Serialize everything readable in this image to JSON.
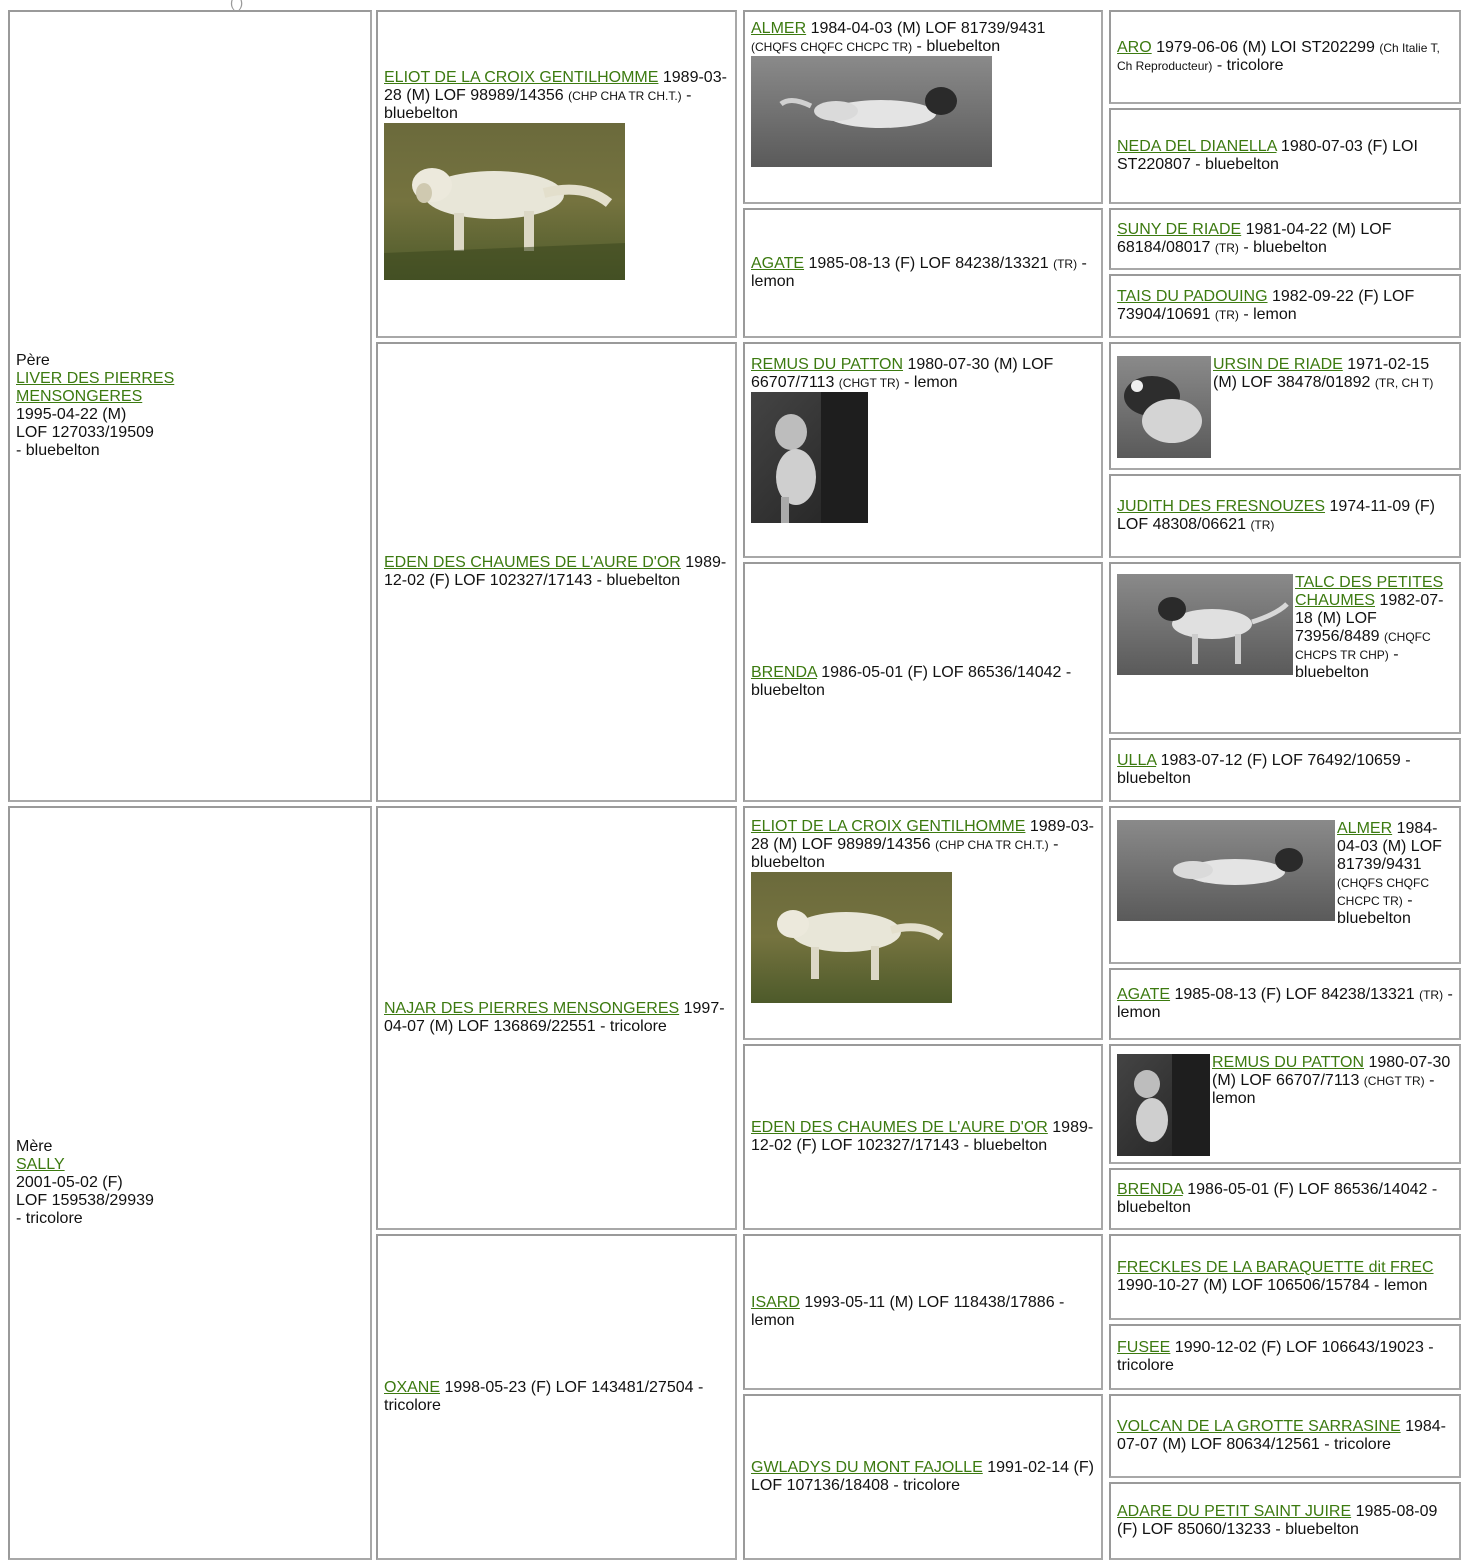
{
  "top_clip": "(           )",
  "sire": {
    "role": "Père",
    "name": "LIVER DES PIERRES MENSONGERES",
    "line1": "1995-04-22 (M)",
    "line2": "LOF 127033/19509",
    "line3": "- bluebelton"
  },
  "dam": {
    "role": "Mère",
    "name": "SALLY",
    "line1": "2001-05-02 (F)",
    "line2": "LOF 159538/29939",
    "line3": "- tricolore"
  },
  "g2": {
    "eliot": {
      "name": "ELIOT DE LA CROIX GENTILHOMME",
      "text": " 1989-03-28 (M) LOF 98989/14356 ",
      "titles": "(CHP CHA TR CH.T.)",
      "color": " - bluebelton"
    },
    "eden": {
      "name": "EDEN DES CHAUMES DE L'AURE D'OR",
      "text": " 1989-12-02 (F) LOF 102327/17143 - bluebelton"
    },
    "najar": {
      "name": "NAJAR DES PIERRES MENSONGERES",
      "text": " 1997-04-07 (M) LOF 136869/22551 - tricolore"
    },
    "oxane": {
      "name": "OXANE",
      "text": " 1998-05-23 (F) LOF 143481/27504 - tricolore"
    }
  },
  "g3": {
    "almer": {
      "name": "ALMER",
      "text": " 1984-04-03 (M) LOF 81739/9431 ",
      "titles": "(CHQFS CHQFC CHCPC TR)",
      "color": " - bluebelton"
    },
    "agate": {
      "name": "AGATE",
      "text": " 1985-08-13 (F) LOF 84238/13321 ",
      "titles": "(TR)",
      "color": " - lemon"
    },
    "remus": {
      "name": "REMUS DU PATTON",
      "text": " 1980-07-30 (M) LOF 66707/7113 ",
      "titles": "(CHGT TR)",
      "color": " - lemon"
    },
    "brenda": {
      "name": "BRENDA",
      "text": " 1986-05-01 (F) LOF 86536/14042 - bluebelton"
    },
    "eliot": {
      "name": "ELIOT DE LA CROIX GENTILHOMME",
      "text": " 1989-03-28 (M) LOF 98989/14356 ",
      "titles": "(CHP CHA TR CH.T.)",
      "color": " - bluebelton"
    },
    "eden": {
      "name": "EDEN DES CHAUMES DE L'AURE D'OR",
      "text": " 1989-12-02 (F) LOF 102327/17143 - bluebelton"
    },
    "isard": {
      "name": "ISARD",
      "text": " 1993-05-11 (M) LOF 118438/17886 - lemon"
    },
    "gwladys": {
      "name": "GWLADYS DU MONT FAJOLLE",
      "text": " 1991-02-14 (F) LOF 107136/18408 - tricolore"
    }
  },
  "g4": {
    "aro": {
      "name": "ARO",
      "text": " 1979-06-06 (M) LOI ST202299 ",
      "titles": "(Ch Italie T, Ch Reproducteur)",
      "color": " - tricolore"
    },
    "neda": {
      "name": "NEDA DEL DIANELLA",
      "text": " 1980-07-03 (F) LOI ST220807 - bluebelton"
    },
    "suny": {
      "name": "SUNY DE RIADE",
      "text": " 1981-04-22 (M) LOF 68184/08017 ",
      "titles": "(TR)",
      "color": " - bluebelton"
    },
    "tais": {
      "name": "TAIS DU PADOUING",
      "text": " 1982-09-22 (F) LOF 73904/10691 ",
      "titles": "(TR)",
      "color": " - lemon"
    },
    "ursin": {
      "name": "URSIN DE RIADE",
      "text": " 1971-02-15 (M) LOF 38478/01892 ",
      "titles": "(TR, CH T)"
    },
    "judith": {
      "name": "JUDITH DES FRESNOUZES",
      "text": " 1974-11-09 (F) LOF 48308/06621 ",
      "titles": "(TR)"
    },
    "talc": {
      "name": "TALC DES PETITES CHAUMES",
      "text": " 1982-07-18 (M) LOF 73956/8489 ",
      "titles": "(CHQFC CHCPS TR CHP)",
      "color": " - bluebelton"
    },
    "ulla": {
      "name": "ULLA",
      "text": " 1983-07-12 (F) LOF 76492/10659 - bluebelton"
    },
    "almer": {
      "name": "ALMER",
      "text": " 1984-04-03 (M) LOF 81739/9431 ",
      "titles": "(CHQFS CHQFC CHCPC TR)",
      "color": " - bluebelton"
    },
    "agate": {
      "name": "AGATE",
      "text": " 1985-08-13 (F) LOF 84238/13321 ",
      "titles": "(TR)",
      "color": " - lemon"
    },
    "remus": {
      "name": "REMUS DU PATTON",
      "text": " 1980-07-30 (M) LOF 66707/7113 ",
      "titles": "(CHGT TR)",
      "color": " - lemon"
    },
    "brenda": {
      "name": "BRENDA",
      "text": " 1986-05-01 (F) LOF 86536/14042 - bluebelton"
    },
    "freckles": {
      "name": "FRECKLES DE LA BARAQUETTE dit FREC",
      "text": " 1990-10-27 (M) LOF 106506/15784 - lemon"
    },
    "fusee": {
      "name": "FUSEE",
      "text": " 1990-12-02 (F) LOF 106643/19023 - tricolore"
    },
    "volcan": {
      "name": "VOLCAN DE LA GROTTE SARRASINE",
      "text": " 1984-07-07 (M) LOF 80634/12561 - tricolore"
    },
    "adare": {
      "name": "ADARE DU PETIT SAINT JUIRE",
      "text": " 1985-08-09 (F) LOF 85060/13233 - bluebelton"
    }
  },
  "colors": {
    "link": "#3c7a10",
    "border": "#9a9a9a"
  }
}
